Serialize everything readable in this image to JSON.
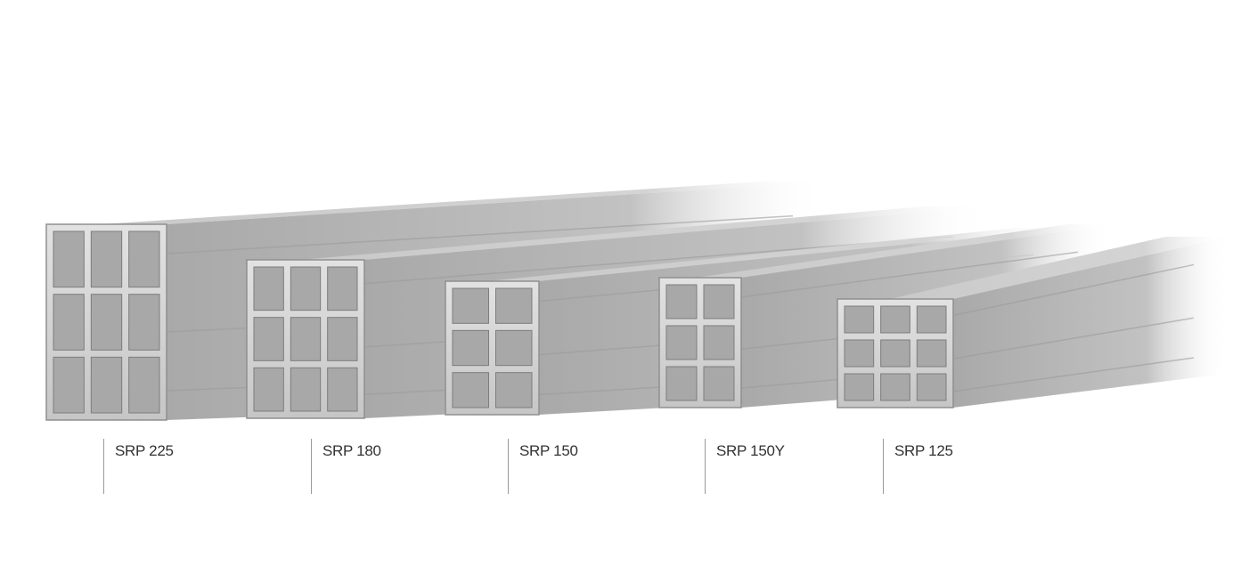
{
  "profiles": [
    {
      "label": "SRP 225"
    },
    {
      "label": "SRP 180"
    },
    {
      "label": "SRP 150"
    },
    {
      "label": "SRP 150Y"
    },
    {
      "label": "SRP 125"
    }
  ],
  "colors": {
    "metal_light": "#d9d9d9",
    "metal_mid": "#b4b4b4",
    "metal_dark": "#8a8a8a",
    "caption": "#333333"
  }
}
